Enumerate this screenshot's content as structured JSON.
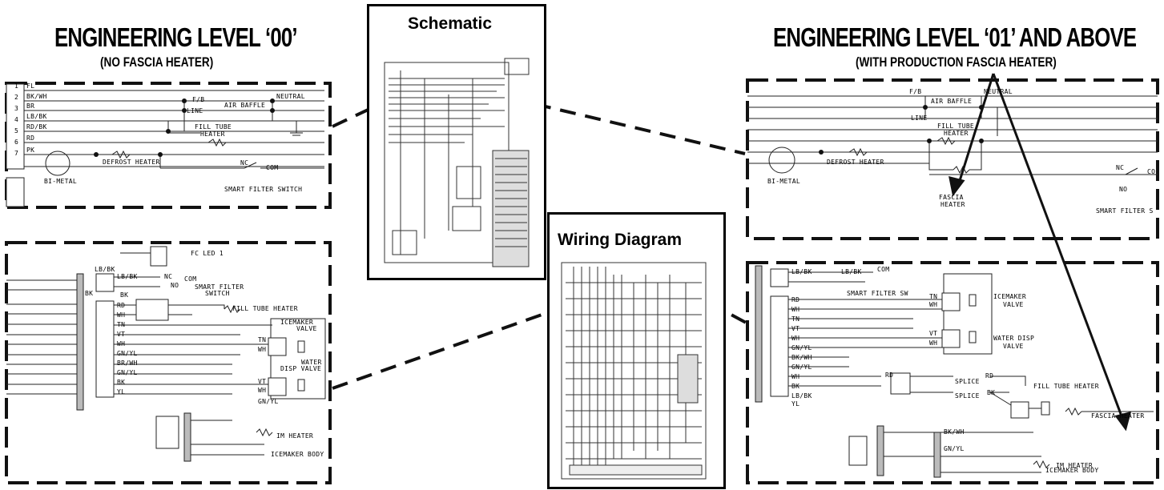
{
  "left_heading": {
    "title": "ENGINEERING LEVEL ‘00’",
    "subtitle": "(NO FASCIA HEATER)"
  },
  "right_heading": {
    "title": "ENGINEERING LEVEL ‘01’ AND ABOVE",
    "subtitle": "(WITH PRODUCTION FASCIA HEATER)"
  },
  "schematic_panel": {
    "title": "Schematic"
  },
  "wiring_panel": {
    "title": "Wiring Diagram"
  },
  "left_top": {
    "wire_codes": [
      "FL",
      "BK/WH",
      "BR",
      "LB/BK",
      "RD/BK",
      "RD",
      "PK"
    ],
    "pins": [
      "1",
      "2",
      "3",
      "4",
      "5",
      "6",
      "7"
    ],
    "fb": "F/B",
    "line": "LINE",
    "air_baffle": "AIR BAFFLE",
    "neutral": "NEUTRAL",
    "fill_tube": "FILL TUBE",
    "heater": "HEATER",
    "defrost": "DEFROST HEATER",
    "bimetal": "BI-METAL",
    "nc": "NC",
    "com": "COM",
    "smart_filter": "SMART FILTER SWITCH"
  },
  "left_bottom": {
    "fc_led": "FC LED 1",
    "lbbk": "LB/BK",
    "nc": "NC",
    "com": "COM",
    "no": "NO",
    "smart_filter": "SMART FILTER",
    "switch": "SWITCH",
    "bk": "BK",
    "fill_tube_heater": "FILL TUBE HEATER",
    "icemaker": "ICEMAKER",
    "valve": "VALVE",
    "water": "WATER",
    "disp_valve": "DISP VALVE",
    "tn": "TN",
    "wh": "WH",
    "vt": "VT",
    "gnyl": "GN/YL",
    "im_heater": "IM HEATER",
    "icemaker_body": "ICEMAKER BODY",
    "wires": [
      "RD",
      "WH",
      "TN",
      "VT",
      "WH",
      "GN/YL",
      "BR/WH",
      "GN/YL",
      "BK",
      "YL"
    ]
  },
  "right_top": {
    "fb": "F/B",
    "line": "LINE",
    "air_baffle": "AIR BAFFLE",
    "neutral": "NEUTRAL",
    "fill_tube": "FILL TUBE",
    "heater": "HEATER",
    "defrost": "DEFROST HEATER",
    "bimetal": "BI-METAL",
    "fascia": "FASCIA",
    "fascia_heater2": "HEATER",
    "nc": "NC",
    "co": "CO",
    "no": "NO",
    "smart_filter": "SMART FILTER S"
  },
  "right_bottom": {
    "lbbk": "LB/BK",
    "com": "COM",
    "smart_filter_sw": "SMART FILTER SW",
    "icemaker": "ICEMAKER",
    "valve": "VALVE",
    "water_disp": "WATER DISP",
    "valve2": "VALVE",
    "tn": "TN",
    "wh": "WH",
    "vt": "VT",
    "rd": "RD",
    "bk": "BK",
    "splice": "SPLICE",
    "fill_tube_heater": "FILL TUBE HEATER",
    "fascia_heater": "FASCIA HEATER",
    "bkwh": "BK/WH",
    "gnyl": "GN/YL",
    "im_heater": "IM HEATER",
    "icemaker_body": "ICEMAKER BODY",
    "wires": [
      "RD",
      "WH",
      "TN",
      "VT",
      "WH",
      "GN/YL",
      "BK/WH",
      "GN/YL",
      "WH",
      "BK",
      "LB/BK",
      "YL"
    ]
  }
}
